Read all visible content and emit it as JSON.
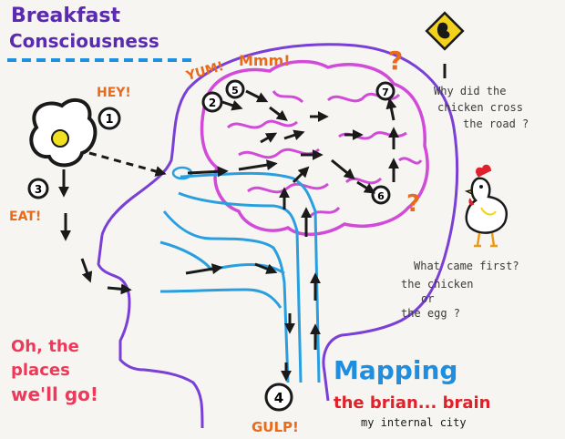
{
  "title": {
    "line1": "Breakfast",
    "line2": "Consciousness"
  },
  "labels": {
    "hey": "HEY!",
    "eat": "EAT!",
    "yum": "YUM!",
    "mmm": "Mmm!",
    "gulp": "GULP!"
  },
  "steps": [
    "1",
    "2",
    "3",
    "4",
    "5",
    "6",
    "7"
  ],
  "questions": {
    "chicken_road": [
      "Why did the",
      "chicken cross",
      "the road ?"
    ],
    "chicken_egg": [
      "What came first?",
      "the chicken",
      "or",
      "the egg ?"
    ],
    "qmark": "?"
  },
  "places": [
    "Oh, the",
    "places",
    "we'll go!"
  ],
  "footer": {
    "mapping": "Mapping",
    "brain": "the brian... brain",
    "subtitle": "my internal city"
  },
  "colors": {
    "title_purple": "#5a2bb0",
    "dash_blue": "#1e90e0",
    "head_purple": "#7a3fd6",
    "brain_magenta": "#d24ad8",
    "throat_blue": "#2a9fe0",
    "arrow_black": "#1a1a1a",
    "orange": "#ea6a1c",
    "red": "#e0202a",
    "pink_red": "#ee3a5a",
    "mapping_blue": "#1e8ee0",
    "egg_yolk": "#f0e020",
    "sign_yellow": "#f2d21a"
  }
}
